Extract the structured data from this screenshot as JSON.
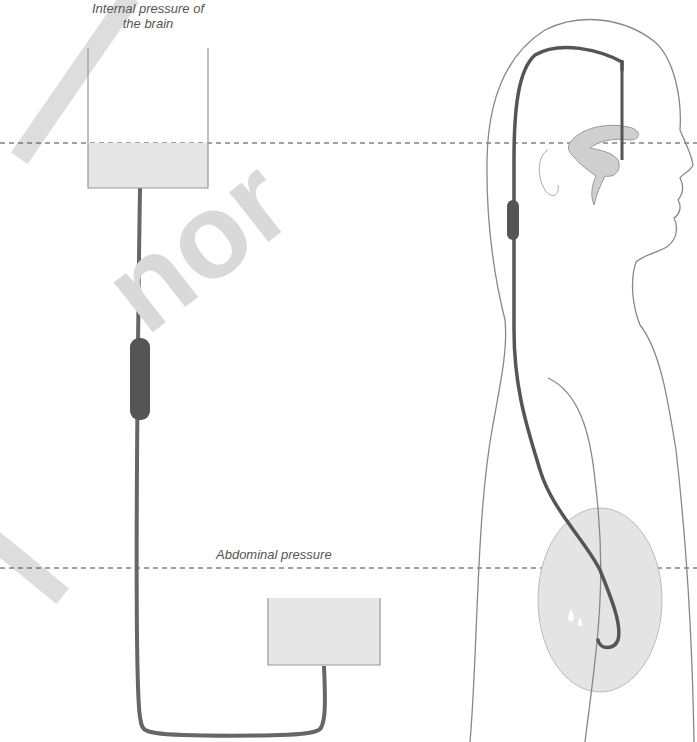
{
  "diagram": {
    "nodes": [
      {
        "text": [
          "Internal pressure of the brain"
        ]
      },
      {
        "text": [
          "Abdominal pressure"
        ]
      }
    ],
    "edges": [
      {
        "from": 0,
        "to": 1,
        "arrow": "none"
      }
    ],
    "labels": [
      "nor"
    ]
  }
}
